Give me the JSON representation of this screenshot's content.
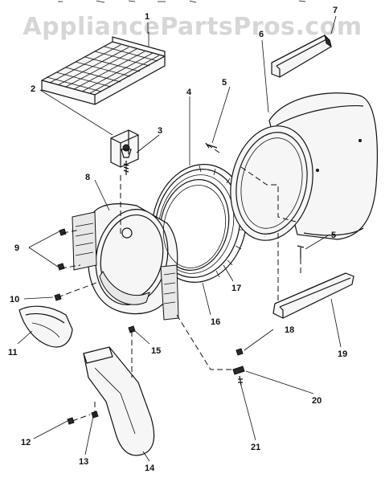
{
  "watermark": {
    "text": "AppliancePartsPros.com"
  },
  "callouts": {
    "c1": "1",
    "c2": "2",
    "c3": "3",
    "c4": "4",
    "c5a": "5",
    "c5b": "5",
    "c6": "6",
    "c7": "7",
    "c8": "8",
    "c9": "9",
    "c10": "10",
    "c11": "11",
    "c12": "12",
    "c13": "13",
    "c14": "14",
    "c15": "15",
    "c16": "16",
    "c17": "17",
    "c18": "18",
    "c19": "19",
    "c20": "20",
    "c21": "21"
  }
}
